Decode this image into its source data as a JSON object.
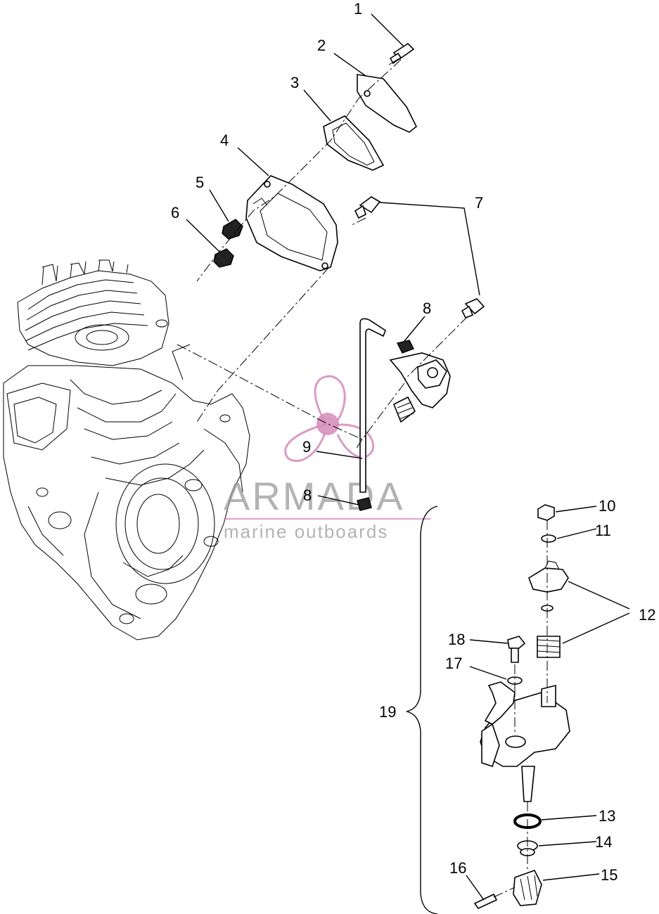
{
  "watermark": {
    "brand": "ARMADA",
    "tagline": "marine outboards",
    "logo_color": "#d58ab8"
  },
  "callouts": {
    "c1": "1",
    "c2": "2",
    "c3": "3",
    "c4": "4",
    "c5": "5",
    "c6": "6",
    "c7": "7",
    "c8a": "8",
    "c8b": "8",
    "c9": "9",
    "c10": "10",
    "c11": "11",
    "c12": "12",
    "c13": "13",
    "c14": "14",
    "c15": "15",
    "c16": "16",
    "c17": "17",
    "c18": "18",
    "c19": "19"
  }
}
